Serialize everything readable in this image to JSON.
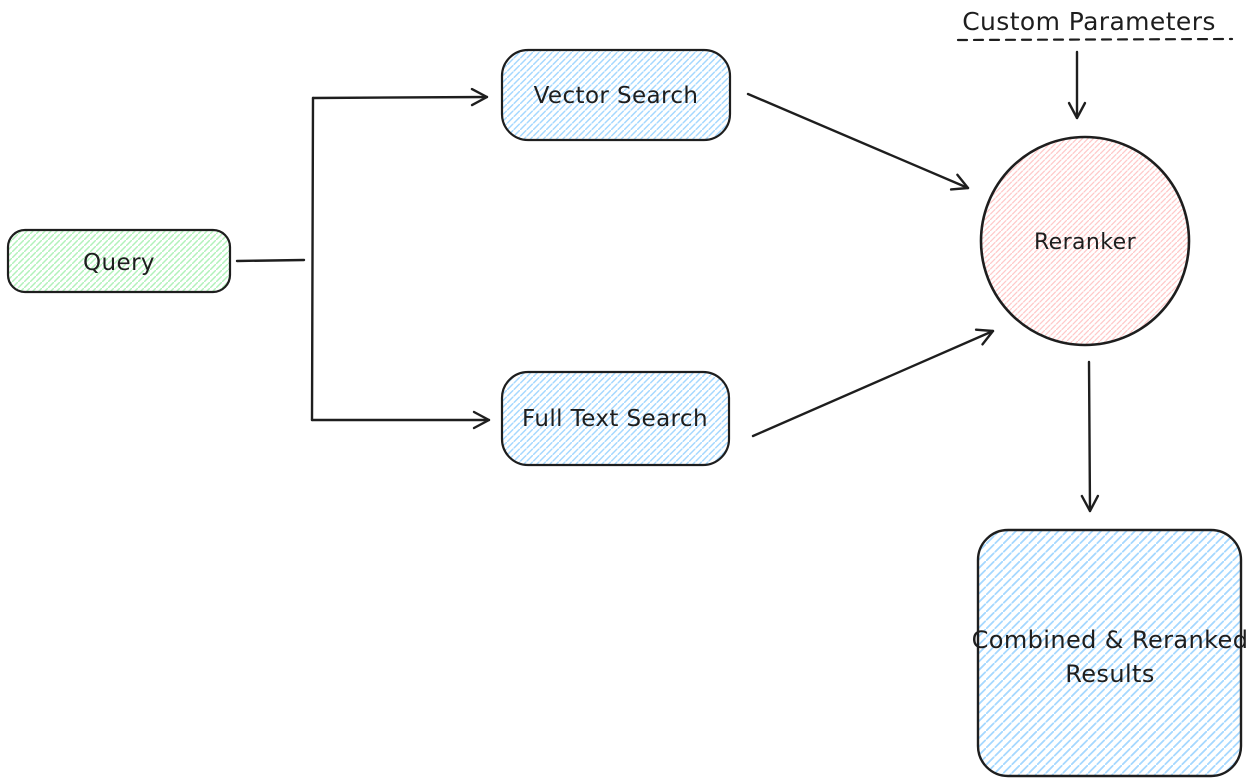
{
  "diagram": {
    "nodes": {
      "query": {
        "label": "Query",
        "shape": "rounded-rectangle",
        "fill": "#b2f2bb"
      },
      "vector_search": {
        "label": "Vector Search",
        "shape": "rounded-rectangle",
        "fill": "#a5d8ff"
      },
      "full_text_search": {
        "label": "Full Text Search",
        "shape": "rounded-rectangle",
        "fill": "#a5d8ff"
      },
      "custom_parameters": {
        "label": "Custom Parameters",
        "shape": "text-with-dashed-underline"
      },
      "reranker": {
        "label": "Reranker",
        "shape": "circle",
        "fill": "#ffc9c9"
      },
      "combined_results": {
        "lines": [
          "Combined & Reranked",
          "Results"
        ],
        "shape": "rounded-rectangle",
        "fill": "#a5d8ff"
      }
    },
    "edges": [
      {
        "from": "query",
        "to": "vector_search",
        "arrow": true
      },
      {
        "from": "query",
        "to": "full_text_search",
        "arrow": true
      },
      {
        "from": "vector_search",
        "to": "reranker",
        "arrow": true
      },
      {
        "from": "full_text_search",
        "to": "reranker",
        "arrow": true
      },
      {
        "from": "custom_parameters",
        "to": "reranker",
        "arrow": true
      },
      {
        "from": "reranker",
        "to": "combined_results",
        "arrow": true
      }
    ],
    "colors": {
      "stroke": "#1e1e1e",
      "green_hatch": "#b2f2bb",
      "blue_hatch": "#a5d8ff",
      "red_hatch": "#ffc9c9",
      "background": "#ffffff"
    }
  }
}
